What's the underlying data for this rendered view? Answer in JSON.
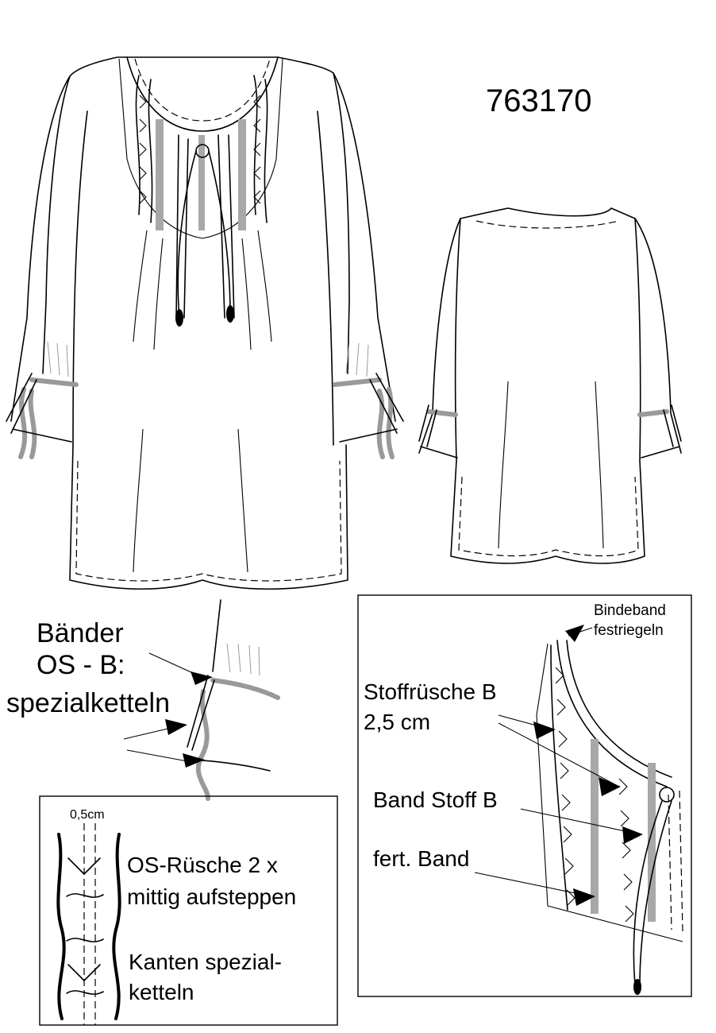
{
  "article_number": "763170",
  "labels": {
    "baender_1": "Bänder",
    "baender_2": "OS - B:",
    "baender_3": "spezialketteln",
    "bindeband_1": "Bindeband",
    "bindeband_2": "festriegeln",
    "stoffruesche_1": "Stoffrüsche B",
    "stoffruesche_2": "2,5 cm",
    "band_stoff": "Band Stoff B",
    "fert_band": "fert. Band",
    "measure": "0,5cm",
    "ruesche_1": "OS-Rüsche 2 x",
    "ruesche_2": "mittig aufsteppen",
    "kanten_1": "Kanten spezial-",
    "kanten_2": "ketteln"
  },
  "colors": {
    "line": "#000000",
    "trim_grey": "#999999",
    "background": "#ffffff"
  }
}
